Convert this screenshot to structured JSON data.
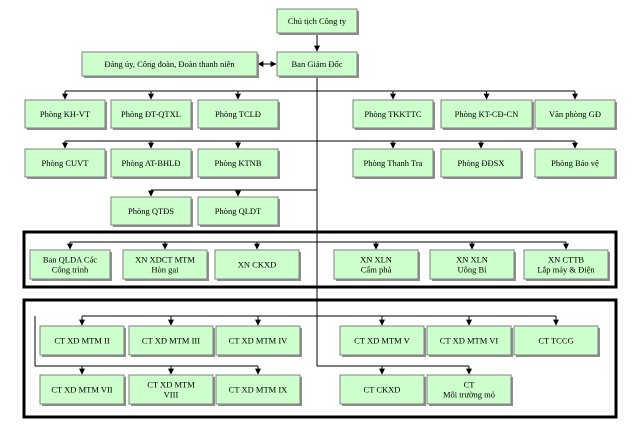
{
  "nodes": [
    {
      "id": "chairman",
      "lines": [
        "Chủ tịch Công ty"
      ]
    },
    {
      "id": "party",
      "lines": [
        "Đảng ủy, Công đoàn, Đoàn thanh niên"
      ]
    },
    {
      "id": "board",
      "lines": [
        "Ban Giám Đốc"
      ]
    },
    {
      "id": "p-khvt",
      "lines": [
        "Phòng KH-VT"
      ]
    },
    {
      "id": "p-dtqtxl",
      "lines": [
        "Phòng ĐT-QTXL"
      ]
    },
    {
      "id": "p-tcld",
      "lines": [
        "Phòng TCLĐ"
      ]
    },
    {
      "id": "p-tkkttc",
      "lines": [
        "Phòng TKKTTC"
      ]
    },
    {
      "id": "p-ktcdcn",
      "lines": [
        "Phòng KT-CĐ-CN"
      ]
    },
    {
      "id": "p-vpgd",
      "lines": [
        "Văn phòng GĐ"
      ]
    },
    {
      "id": "p-cuvt",
      "lines": [
        "Phòng CUVT"
      ]
    },
    {
      "id": "p-atbhld",
      "lines": [
        "Phòng AT-BHLĐ"
      ]
    },
    {
      "id": "p-ktnb",
      "lines": [
        "Phòng KTNB"
      ]
    },
    {
      "id": "p-thanhtra",
      "lines": [
        "Phòng Thanh Tra"
      ]
    },
    {
      "id": "p-ddsx",
      "lines": [
        "Phòng ĐĐSX"
      ]
    },
    {
      "id": "p-baove",
      "lines": [
        "Phòng Bảo vệ"
      ]
    },
    {
      "id": "p-qtds",
      "lines": [
        "Phòng QTĐS"
      ]
    },
    {
      "id": "p-qldt",
      "lines": [
        "Phòng QLDT"
      ]
    },
    {
      "id": "u-banqlda",
      "lines": [
        "Ban QLDA Các",
        "Công trình"
      ]
    },
    {
      "id": "u-xnxdct",
      "lines": [
        "XN XDCT MTM",
        "Hòn gai"
      ]
    },
    {
      "id": "u-xnckxd",
      "lines": [
        "XN CKXD"
      ]
    },
    {
      "id": "u-xnxlncp",
      "lines": [
        "XN XLN",
        "Cẩm phả"
      ]
    },
    {
      "id": "u-xnxlnub",
      "lines": [
        "XN XLN",
        "Uông Bí"
      ]
    },
    {
      "id": "u-xncttb",
      "lines": [
        "XN CTTB",
        "Lắp máy & Điện"
      ]
    },
    {
      "id": "c-mtm2",
      "lines": [
        "CT XD MTM II"
      ]
    },
    {
      "id": "c-mtm3",
      "lines": [
        "CT XD MTM III"
      ]
    },
    {
      "id": "c-mtm4",
      "lines": [
        "CT XD MTM IV"
      ]
    },
    {
      "id": "c-mtm5",
      "lines": [
        "CT XD MTM V"
      ]
    },
    {
      "id": "c-mtm6",
      "lines": [
        "CT XD MTM VI"
      ]
    },
    {
      "id": "c-tccg",
      "lines": [
        "CT TCCG"
      ]
    },
    {
      "id": "c-mtm7",
      "lines": [
        "CT XD MTM VII"
      ]
    },
    {
      "id": "c-mtm8",
      "lines": [
        "CT XD MTM",
        "VIII"
      ]
    },
    {
      "id": "c-mtm9",
      "lines": [
        "CT XD MTM IX"
      ]
    },
    {
      "id": "c-ckxd",
      "lines": [
        "CT CKXD"
      ]
    },
    {
      "id": "c-mtmo",
      "lines": [
        "CT",
        "Môi trường mỏ"
      ]
    }
  ],
  "colors": {
    "box_fill": "#ccffcc",
    "box_stroke": "#7f7f7f",
    "line": "#000000",
    "frame": "#000000"
  }
}
